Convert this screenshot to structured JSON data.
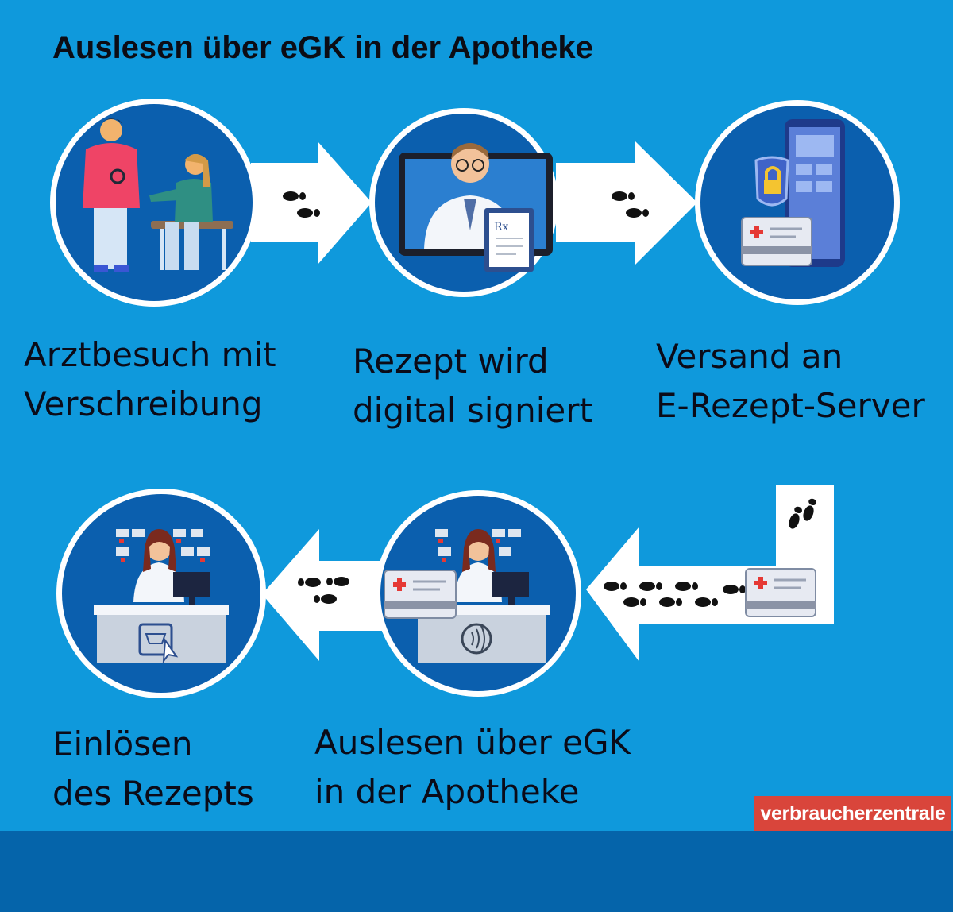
{
  "title": "Auslesen über eGK in der Apotheke",
  "steps": [
    {
      "line1": "Arztbesuch mit",
      "line2": "Verschreibung",
      "icon": "doctor-visit-icon"
    },
    {
      "line1": "Rezept wird",
      "line2": "digital signiert",
      "icon": "signed-prescription-icon"
    },
    {
      "line1": "Versand an",
      "line2": "E-Rezept-Server",
      "icon": "secure-server-icon"
    },
    {
      "line1": "Einlösen",
      "line2": "des Rezepts",
      "icon": "pharmacy-checkout-icon"
    },
    {
      "line1": "Auslesen über eGK",
      "line2": "in der Apotheke",
      "icon": "pharmacy-card-reader-icon"
    }
  ],
  "brand": "verbraucherzentrale",
  "colors": {
    "background": "#0f99dc",
    "circle": "#0b5fae",
    "footer": "#0564aa",
    "arrow": "#ffffff",
    "brand": "#d9453b"
  }
}
